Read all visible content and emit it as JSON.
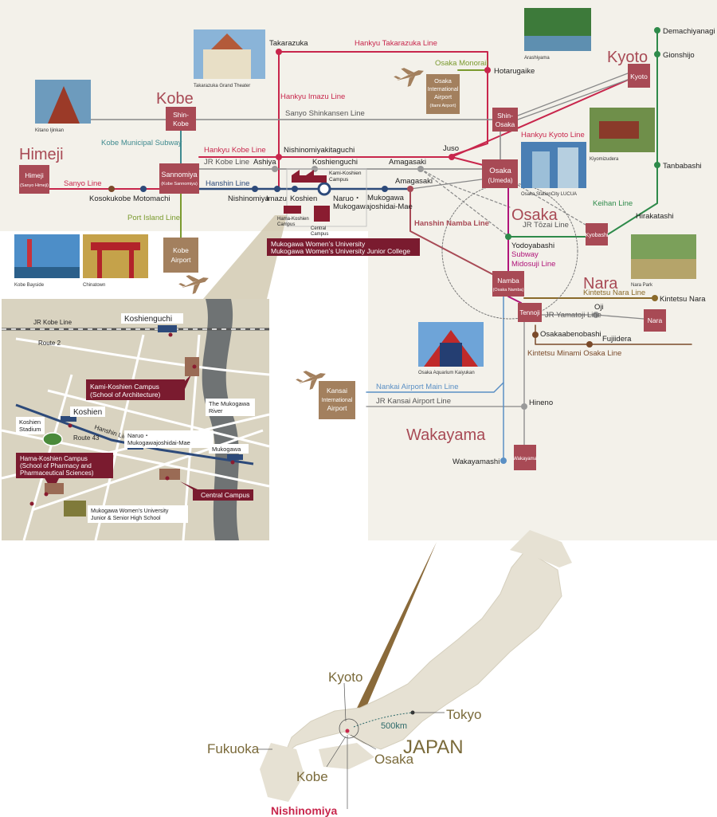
{
  "colors": {
    "background": "#f3f1ea",
    "box": "#a84a55",
    "airport": "#a3805e",
    "crimson": "#c8264c",
    "blue": "#2d4a7a",
    "teal": "#3f8a8f",
    "green": "#2e8a4a",
    "olive": "#7a9a2e",
    "brown": "#7a4a2a",
    "gray": "#888888",
    "pink": "#b0147a",
    "lightblue": "#5a8fc4",
    "campus": "#7a1b2f",
    "inset": "#d9d3c0",
    "japan": "#e6e1d3"
  },
  "regions": {
    "kobe": "Kobe",
    "himeji": "Himeji",
    "kyoto": "Kyoto",
    "osaka": "Osaka",
    "nara": "Nara",
    "wakayama": "Wakayama"
  },
  "lines": {
    "hankyu_takarazuka": "Hankyu Takarazuka Line",
    "osaka_monorail": "Osaka Monorail",
    "hankyu_imazu": "Hankyu Imazu Line",
    "sanyo_shinkansen": "Sanyo Shinkansen Line",
    "kobe_subway": "Kobe Municipal Subway",
    "hankyu_kobe": "Hankyu Kobe Line",
    "hankyu_kyoto": "Hankyu Kyoto Line",
    "jr_kobe": "JR Kobe Line",
    "sanyo": "Sanyo Line",
    "hanshin": "Hanshin Line",
    "port_island": "Port Island Line",
    "hanshin_namba": "Hanshin Namba Line",
    "jr_tozai": "JR Tōzai Line",
    "keihan": "Keihan Line",
    "subway_midosuji": "Subway Midosuji Line",
    "kintetsu_nara": "Kintetsu Nara Line",
    "jr_yamatoji": "JR Yamatoji Line",
    "kintetsu_minami_osaka": "Kintetsu Minami Osaka Line",
    "nankai_airport": "Nankai Airport Main Line",
    "jr_kansai_airport": "JR Kansai Airport Line"
  },
  "boxes": {
    "shin_kobe_1": "Shin-",
    "shin_kobe_2": "Kobe",
    "himeji_1": "Himeji",
    "himeji_2": "(Sanyo Himeji)",
    "sannomiya_1": "Sannomiya",
    "sannomiya_2": "(Kobe Sannomiya)",
    "kobe_airport_1": "Kobe",
    "kobe_airport_2": "Airport",
    "itami_1": "Osaka",
    "itami_2": "International",
    "itami_3": "Airport",
    "itami_4": "(Itami Airport)",
    "shin_osaka_1": "Shin-",
    "shin_osaka_2": "Osaka",
    "umeda_1": "Osaka",
    "umeda_2": "(Umeda)",
    "kyoto": "Kyoto",
    "kyobashi": "Kyobashi",
    "namba_1": "Namba",
    "namba_2": "(Osaka Namba)",
    "tennoji": "Tennoji",
    "nara": "Nara",
    "kansai_1": "Kansai",
    "kansai_2": "International",
    "kansai_3": "Airport",
    "wakayama": "Wakayama"
  },
  "stations": {
    "takarazuka": "Takarazuka",
    "hotarugaike": "Hotarugaike",
    "demachiyanagi": "Demachiyanagi",
    "gionshijo": "Gionshijo",
    "tanbabashi": "Tanbabashi",
    "hirakatashi": "Hirakatashi",
    "nishinomiyakitaguchi": "Nishinomiyakitaguchi",
    "juso": "Juso",
    "ashiya": "Ashiya",
    "koshienguchi": "Koshienguchi",
    "amagasaki_jr": "Amagasaki",
    "amagasaki_hanshin": "Amagasaki",
    "nishinomiya": "Nishinomiya",
    "imazu": "Imazu",
    "koshien": "Koshien",
    "naruo_1": "Naruo・",
    "naruo_2": "Mukogawajoshidai-Mae",
    "mukogawa_1": "Mukogawa",
    "mukogawa_2": "Mukogawajoshidai-Mae",
    "kosokukobe": "Kosokukobe",
    "motomachi": "Motomachi",
    "yodoyabashi": "Yodoyabashi",
    "kintetsu_nara": "Kintetsu Nara",
    "oji": "Oji",
    "osakaabenobashi": "Osakaabenobashi",
    "fujiidera": "Fujiidera",
    "hineno": "Hineno",
    "wakayamashi": "Wakayamashi"
  },
  "campus": {
    "kami_1": "Kami-Koshien",
    "kami_2": "Campus",
    "hama_1": "Hama-Koshien",
    "hama_2": "Campus",
    "central_1": "Central",
    "central_2": "Campus",
    "banner_1": "Mukogawa Women’s University",
    "banner_2": "Mukogawa Women’s University Junior College"
  },
  "photos": {
    "takarazuka_theater": "Takarazuka Grand Theater",
    "kitano": "Kitano Ijinkan",
    "arashiyama": "Arashiyama",
    "kiyomizudera": "Kiyomizudera",
    "lucua": "Osaka StationCity LUCUA",
    "kobe_bayside": "Kobe Bayside",
    "chinatown": "Chinatown",
    "nara_park": "Nara Park",
    "kaiyukan": "Osaka Aquarium Kaiyukan"
  },
  "inset": {
    "jr_kobe": "JR Kobe Line",
    "koshienguchi": "Koshienguchi",
    "route2": "Route 2",
    "kami_1": "Kami-Koshien Campus",
    "kami_2": "(School of Architecture)",
    "river_1": "The Mukogawa",
    "river_2": "River",
    "koshien": "Koshien",
    "stadium_1": "Koshien",
    "stadium_2": "Stadium",
    "hanshin": "Hanshin Line",
    "route43": "Route 43",
    "naruo_1": "Naruo・",
    "naruo_2": "Mukogawajoshidai-Mae",
    "mukogawa": "Mukogawa",
    "hama_1": "Hama-Koshien Campus",
    "hama_2": "(School of Pharmacy and",
    "hama_3": "Pharmaceutical Sciences)",
    "central": "Central Campus",
    "school_1": "Mukogawa Women’s University",
    "school_2": "Junior & Senior High School"
  },
  "japan": {
    "kyoto": "Kyoto",
    "tokyo": "Tokyo",
    "distance": "500km",
    "country": "JAPAN",
    "fukuoka": "Fukuoka",
    "osaka": "Osaka",
    "kobe": "Kobe",
    "nishinomiya": "Nishinomiya"
  }
}
